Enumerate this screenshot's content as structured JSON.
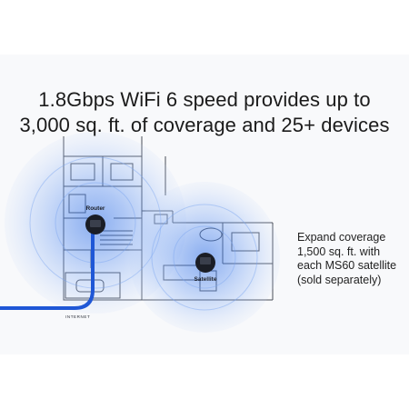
{
  "headline": {
    "line1": "1.8Gbps WiFi 6 speed provides up to",
    "line2": "3,000 sq. ft. of coverage and 25+ devices"
  },
  "router": {
    "label": "Router"
  },
  "satellite": {
    "label": "Satellite"
  },
  "cable": {
    "label": "INTERNET"
  },
  "caption": {
    "line1": "Expand coverage",
    "line2": "1,500 sq. ft. with",
    "line3": "each MS60 satellite",
    "line4": "(sold separately)"
  },
  "colors": {
    "coverage": "#2f6fe6",
    "cable": "#1f57d6",
    "plan_lines": "#4a4f5a",
    "device_body": "#1b1e26"
  }
}
